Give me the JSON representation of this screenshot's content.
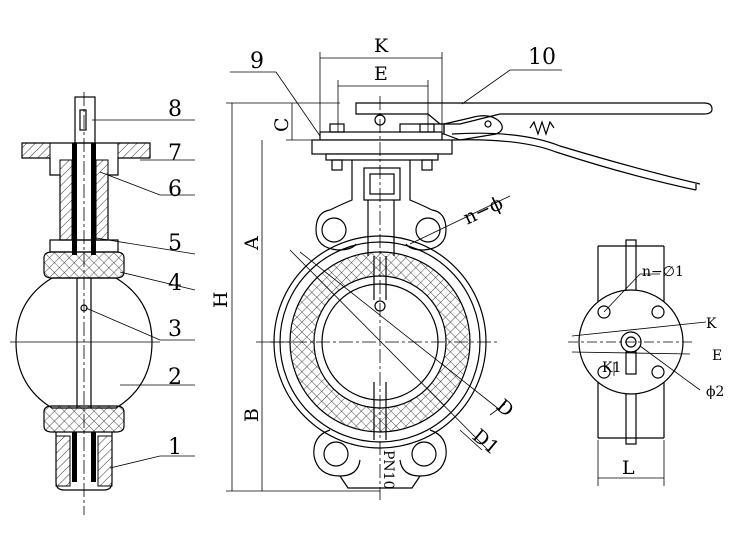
{
  "part_numbers": [
    "1",
    "2",
    "3",
    "4",
    "5",
    "6",
    "7",
    "8",
    "9",
    "10"
  ],
  "dimensions": {
    "K": "K",
    "E": "E",
    "C": "C",
    "A": "A",
    "H": "H",
    "B": "B",
    "D": "D",
    "D1": "D1",
    "n_phi": "n−ϕ",
    "n_phi1": "n−∅1",
    "K_small": "K",
    "E_small": "E",
    "K1": "K1",
    "phi2": "ϕ2",
    "L": "L"
  },
  "body_mark": "PN10",
  "views": [
    "side-section-view",
    "front-view",
    "top-flange-view"
  ]
}
